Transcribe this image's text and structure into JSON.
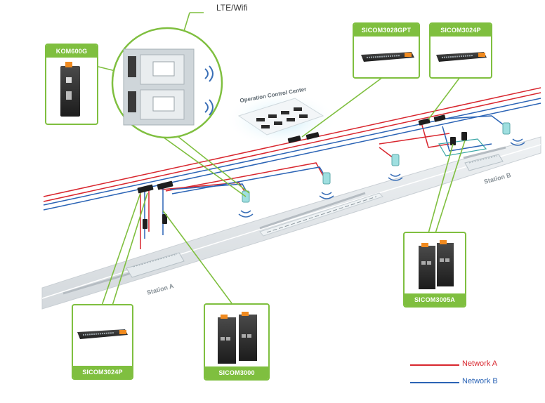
{
  "labels": {
    "lte_wifi": "LTE/Wifi",
    "operation_center": "Operation Control Center",
    "station_a": "Station A",
    "station_b": "Station B"
  },
  "devices": {
    "kom600g": "KOM600G",
    "sicom3028gpt": "SICOM3028GPT",
    "sicom3024p_top": "SICOM3024P",
    "sicom3005a": "SICOM3005A",
    "sicom3024p_bottom": "SICOM3024P",
    "sicom3000": "SICOM3000"
  },
  "legend": {
    "network_a": "Network A",
    "network_b": "Network B"
  },
  "colors": {
    "accent": "#7fbf3f",
    "network_a": "#d8262e",
    "network_b": "#2a63b5"
  }
}
